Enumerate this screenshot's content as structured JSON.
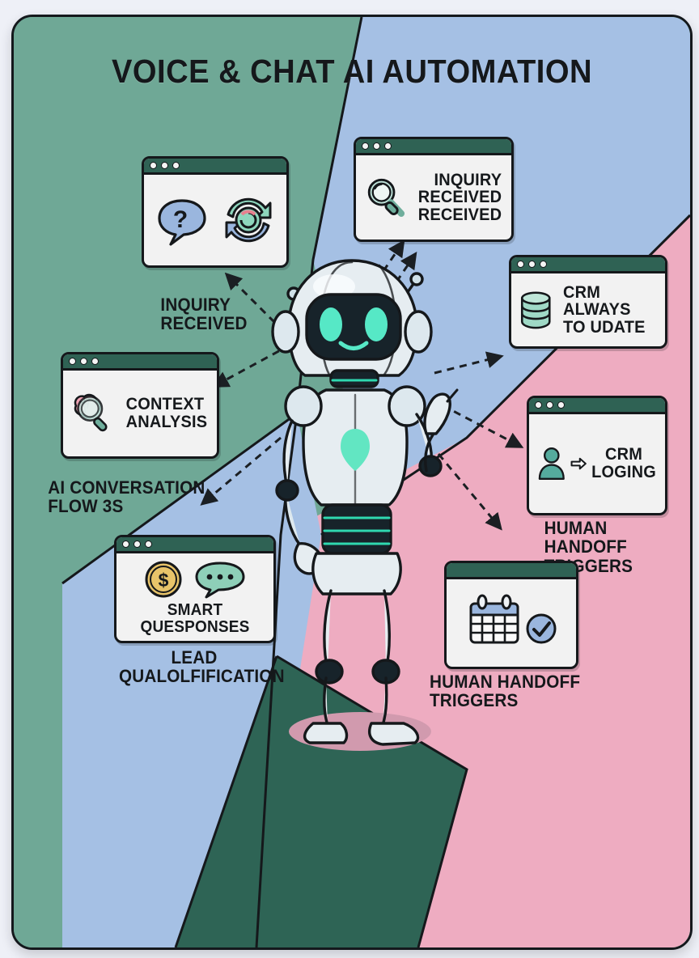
{
  "poster": {
    "title": "VOICE & CHAT AI AUTOMATION",
    "colors": {
      "green": "#6fa896",
      "blue": "#a5c0e4",
      "pink": "#eeacc1",
      "dark_green": "#2e6455",
      "outline": "#15181b",
      "page_bg": "#eef0f7",
      "card_bg": "#f2f2f2",
      "titlebar": "#2f6254",
      "robot_accent": "#5de6c4",
      "coin": "#e8c46a",
      "mint": "#8ecfb8",
      "teal": "#5aab9e"
    }
  },
  "cards": [
    {
      "id": "inquiry-received",
      "icon": "question-bubble-refresh-icon",
      "lines": [
        "INQUIRY",
        "RECEIVED"
      ],
      "text": "",
      "caption": "INQUIRY\nRECEIVED"
    },
    {
      "id": "inquiry-received-received",
      "icon": "magnifier-icon",
      "text": "INQUIRY\nRECEIVED\nRECEIVED",
      "caption": ""
    },
    {
      "id": "crm-always-to-udate",
      "icon": "database-icon",
      "text": "CRM ALWAYS\nTO UDATE",
      "caption": ""
    },
    {
      "id": "context-analysis",
      "icon": "brain-magnifier-icon",
      "text": "CONTEXT\nANALYSIS",
      "caption": "AI CONVERSATION\nFLOW 3S"
    },
    {
      "id": "crm-loging",
      "icon": "person-arrow-icon",
      "text": "CRM\nLOGING",
      "caption": "HUMAN HANDOFF\nTRIGGERS"
    },
    {
      "id": "smart-quesponses",
      "icon": "coin-chat-icon",
      "text": "SMART QUESPONSES",
      "caption": "LEAD\nQUALOLFIFICATION"
    },
    {
      "id": "calendar-check",
      "icon": "calendar-check-icon",
      "text": "",
      "caption": "HUMAN HANDOFF\nTRIGGERS"
    }
  ],
  "robot": {
    "name": "ai-robot-mascot",
    "face": "smiling",
    "chest_emblem": "heart"
  },
  "connectors": {
    "style": "dashed-arrow",
    "count": 7,
    "origin": "robot"
  }
}
